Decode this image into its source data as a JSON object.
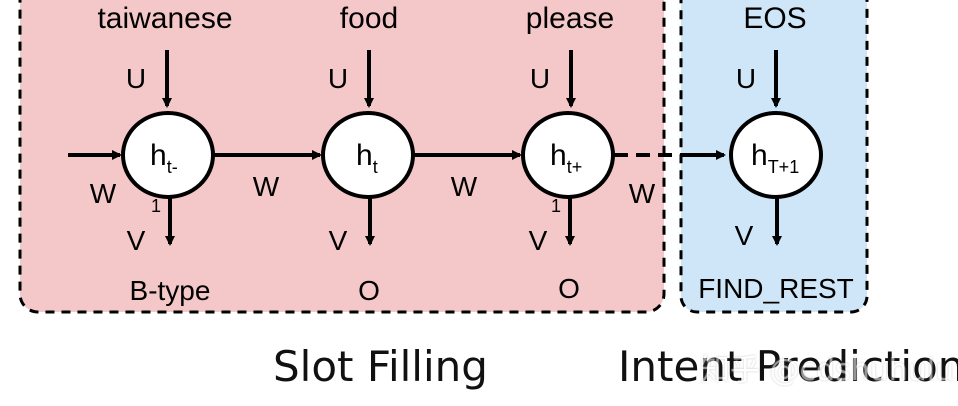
{
  "sections": {
    "slot_filling": "Slot Filling",
    "intent_prediction": "Intent Prediction"
  },
  "watermark": "知乎 @cdshuhulu",
  "weights": {
    "input": "U",
    "recurrent": "W",
    "output": "V"
  },
  "nodes": [
    {
      "id": "n1",
      "input": "taiwanese",
      "hidden_main": "h",
      "hidden_sub": "t-",
      "hidden_sub2": "1",
      "output": "B-type"
    },
    {
      "id": "n2",
      "input": "food",
      "hidden_main": "h",
      "hidden_sub": "t",
      "hidden_sub2": "",
      "output": "O"
    },
    {
      "id": "n3",
      "input": "please",
      "hidden_main": "h",
      "hidden_sub": "t+",
      "hidden_sub2": "1",
      "output": "O"
    },
    {
      "id": "n4",
      "input": "EOS",
      "hidden_main": "h",
      "hidden_sub": "T+1",
      "hidden_sub2": "",
      "output": "FIND_REST"
    }
  ],
  "colors": {
    "slot_fill": "#f4c7c8",
    "intent_fill": "#cfe6f8",
    "stroke": "#000000"
  }
}
